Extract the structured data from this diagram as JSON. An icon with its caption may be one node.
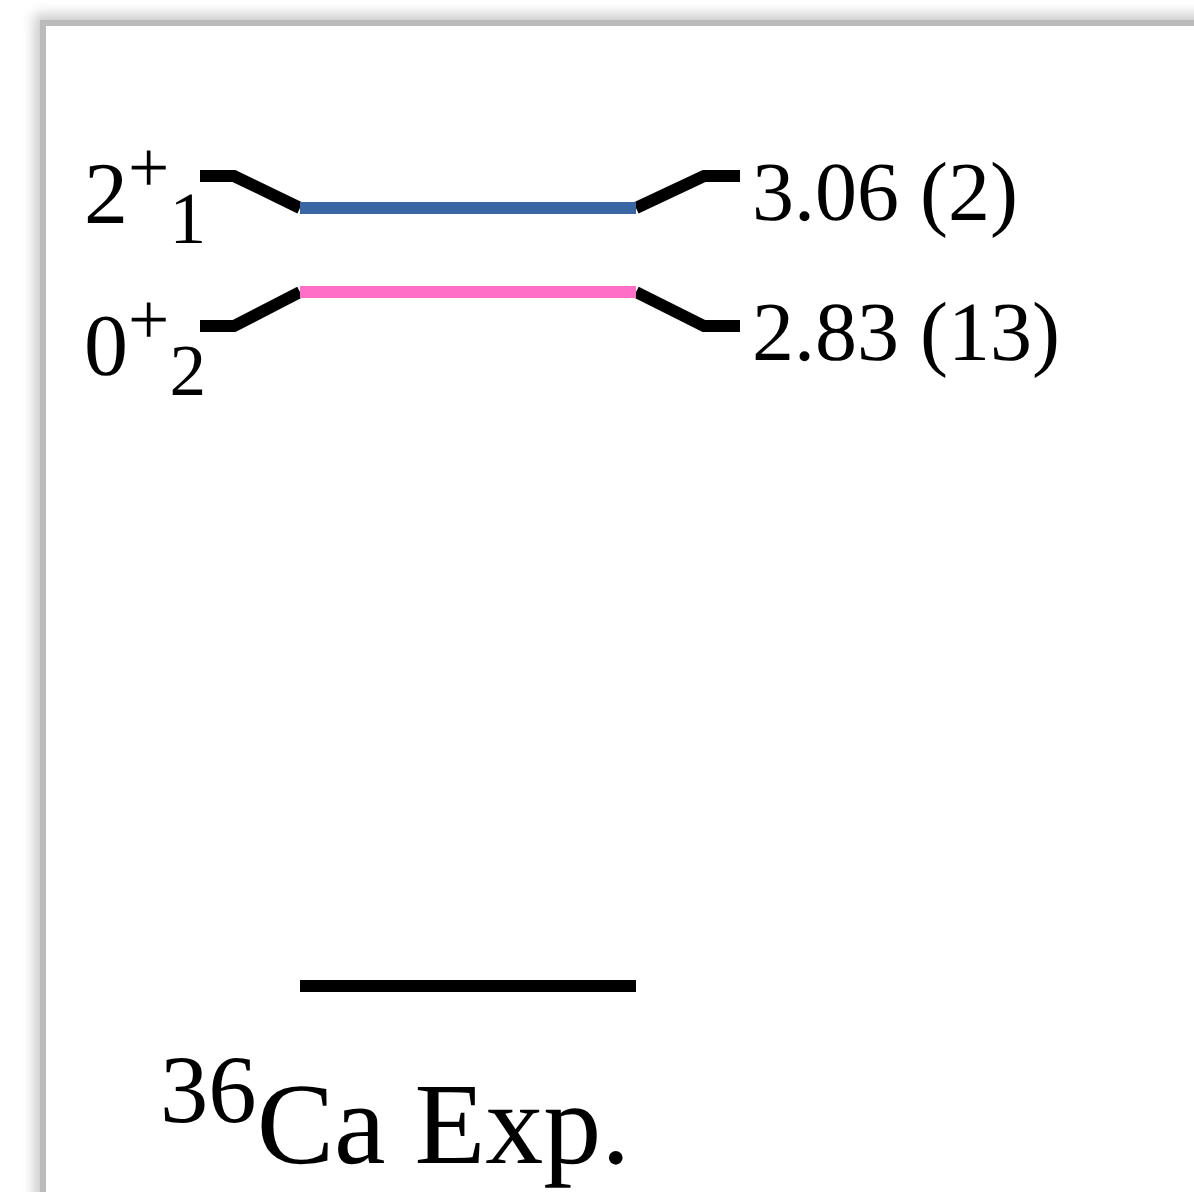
{
  "diagram": {
    "labels": [
      "2$^{+}$$_{1}$",
      "3.06 (2)",
      "0$^{+}$$_{2}$",
      "2.83 (13)",
      "$^{36}$Ca Exp."
    ]
  }
}
